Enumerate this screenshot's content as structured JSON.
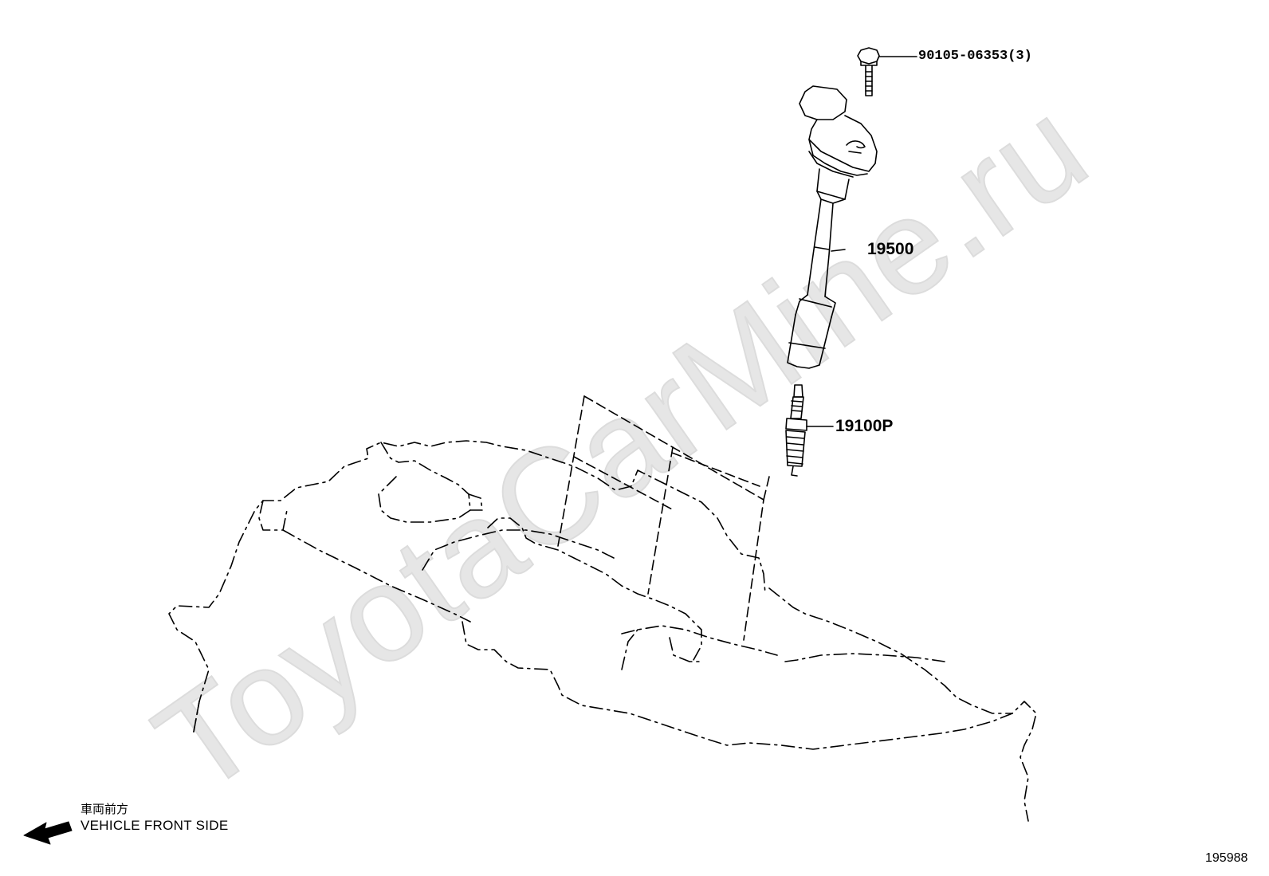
{
  "watermark": "ToyotaCarMine.ru",
  "callouts": {
    "bolt": "90105-06353(3)",
    "ignition_coil": "19500",
    "spark_plug": "19100P"
  },
  "orientation": {
    "japanese": "車両前方",
    "english": "VEHICLE FRONT SIDE",
    "arrow_icon": "arrow-left-icon"
  },
  "figure_number": "195988",
  "colors": {
    "line": "#000000",
    "watermark": "#e6e6e6",
    "background": "#ffffff"
  }
}
